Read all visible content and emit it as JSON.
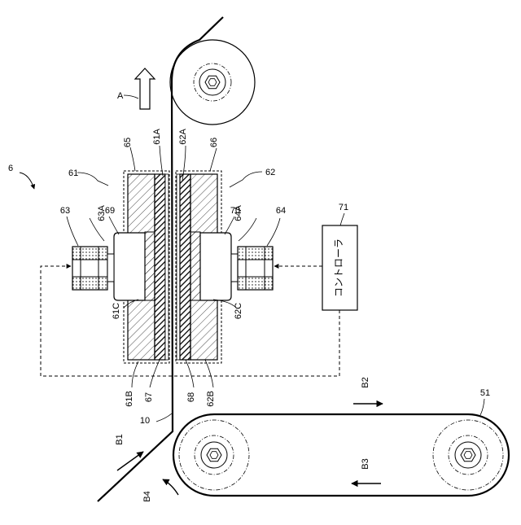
{
  "labels": {
    "fig": "6",
    "arrow_a": "A",
    "sheet": "10",
    "heater_left": "61",
    "heater_right": "62",
    "actuator_left": "63",
    "actuator_right": "64",
    "frame_left": "65",
    "frame_right": "66",
    "face_61a": "61A",
    "face_62a": "62A",
    "end_61b": "61B",
    "end_62b": "62B",
    "gap_61c": "61C",
    "gap_62c": "62C",
    "rod_63a": "63A",
    "rod_64a": "64A",
    "film_left": "67",
    "film_right": "68",
    "block_left": "69",
    "block_right": "70",
    "conveyor": "51",
    "b1": "B1",
    "b2": "B2",
    "b3": "B3",
    "b4": "B4",
    "controller_ref": "71",
    "controller_text": "コントローラ"
  },
  "colors": {
    "ink": "#000000",
    "paper": "#ffffff"
  }
}
